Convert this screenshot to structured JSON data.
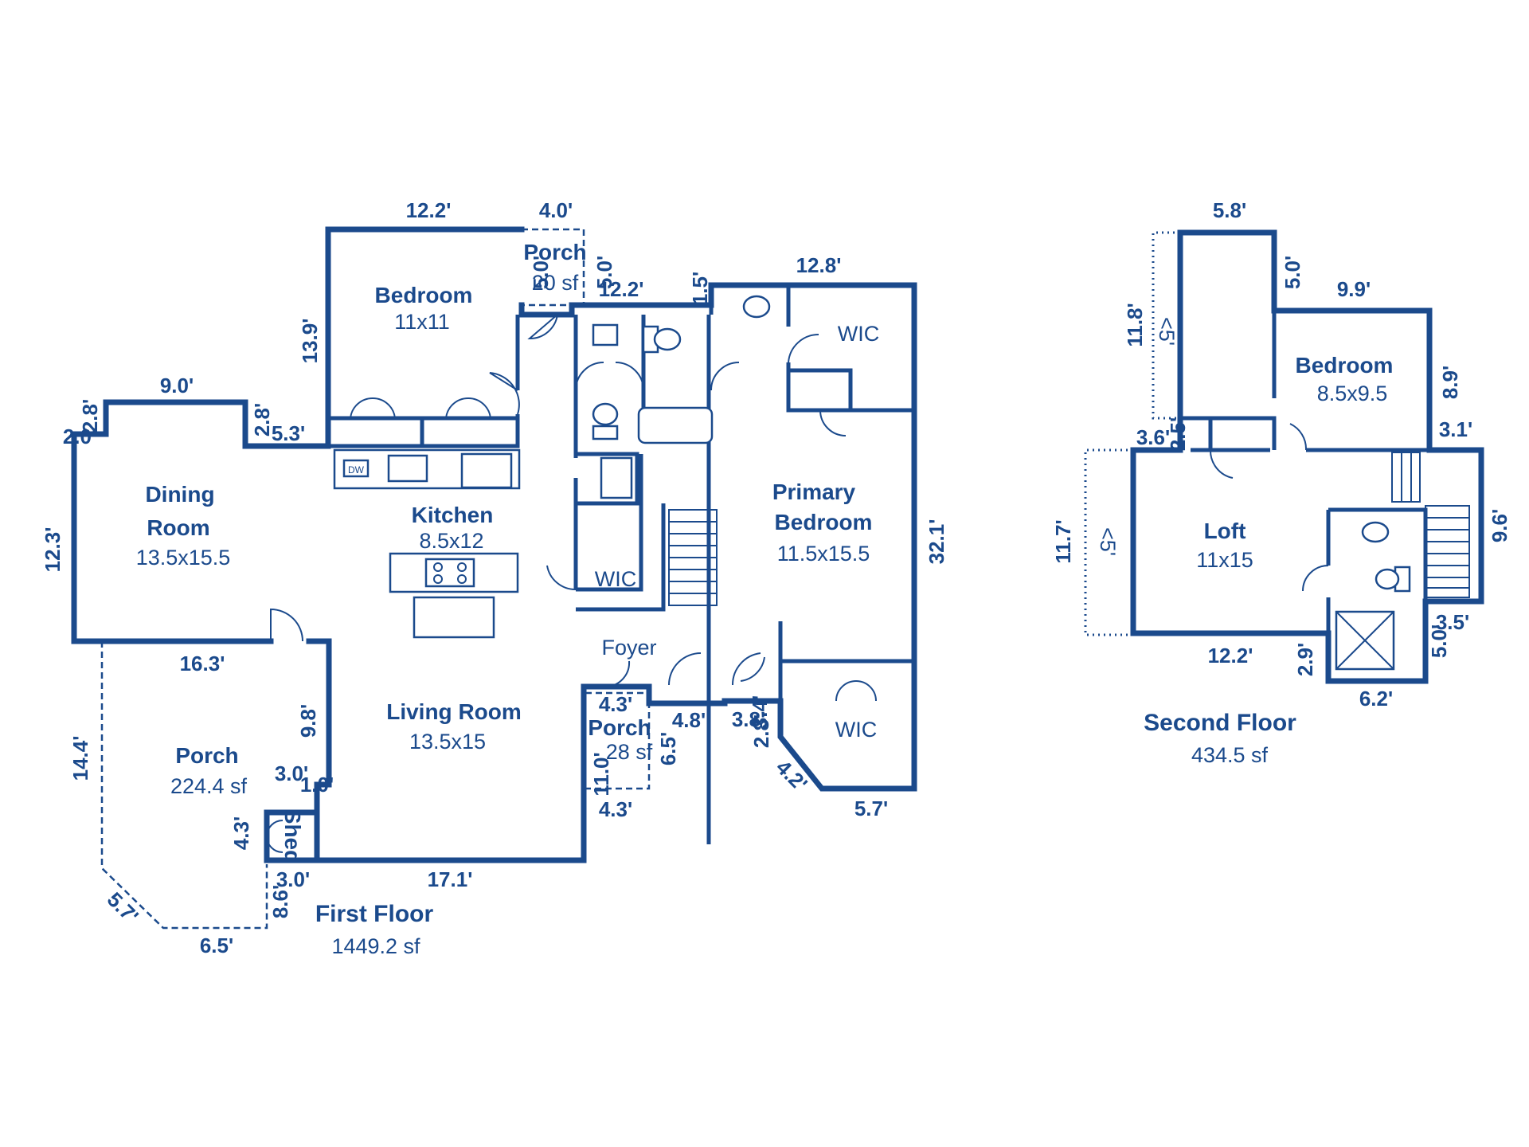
{
  "colors": {
    "primary": "#1b4a8c",
    "background": "#ffffff"
  },
  "first_floor": {
    "title": "First Floor",
    "area": "1449.2 sf",
    "rooms": {
      "bedroom": {
        "name": "Bedroom",
        "dims": "11x11"
      },
      "dining": {
        "name_1": "Dining",
        "name_2": "Room",
        "dims": "13.5x15.5"
      },
      "kitchen": {
        "name": "Kitchen",
        "dims": "8.5x12"
      },
      "living": {
        "name": "Living Room",
        "dims": "13.5x15"
      },
      "primary": {
        "name_1": "Primary",
        "name_2": "Bedroom",
        "dims": "11.5x15.5"
      },
      "wic_1": {
        "name": "WIC"
      },
      "wic_2": {
        "name": "WIC"
      },
      "wic_3": {
        "name": "WIC"
      },
      "foyer": {
        "name": "Foyer"
      },
      "porch_large": {
        "name": "Porch",
        "area": "224.4 sf"
      },
      "porch_top": {
        "name": "Porch",
        "area": "20 sf"
      },
      "porch_front": {
        "name": "Porch",
        "area": "28 sf"
      },
      "shed": {
        "name": "Shed"
      },
      "dishwasher": {
        "label": "DW"
      }
    },
    "dimensions": {
      "d_12_2_top": "12.2'",
      "d_4_0": "4.0'",
      "d_5_0_porch": "5.0'",
      "d_5_0_porch2": "5.0'",
      "d_12_2_bath": "12.2'",
      "d_1_5": "1.5'",
      "d_12_8": "12.8'",
      "d_13_9": "13.9'",
      "d_9_0": "9.0'",
      "d_2_8_a": "2.8'",
      "d_2_8_b": "2.8'",
      "d_2_0": "2.0'",
      "d_5_3": "5.3'",
      "d_12_3": "12.3'",
      "d_32_1": "32.1'",
      "d_16_3": "16.3'",
      "d_9_8": "9.8'",
      "d_14_4": "14.4'",
      "d_3_0_a": "3.0'",
      "d_1_0": "1.0'",
      "d_4_3_shed": "4.3'",
      "d_3_0_b": "3.0'",
      "d_8_6": "8.6'",
      "d_17_1": "17.1'",
      "d_5_7_porch": "5.7'",
      "d_6_5_porch": "6.5'",
      "d_4_3_a": "4.3'",
      "d_4_8": "4.8'",
      "d_6_5": "6.5'",
      "d_11_0": "11.0'",
      "d_4_3_b": "4.3'",
      "d_3_4": "3.4'",
      "d_3_8": "3.8'",
      "d_2_8_c": "2.8'",
      "d_4_2": "4.2'",
      "d_5_7_wic": "5.7'"
    }
  },
  "second_floor": {
    "title": "Second Floor",
    "area": "434.5 sf",
    "rooms": {
      "bedroom": {
        "name": "Bedroom",
        "dims": "8.5x9.5"
      },
      "loft": {
        "name": "Loft",
        "dims": "11x15"
      },
      "low_1": {
        "name": "<5'"
      },
      "low_2": {
        "name": "<5'"
      }
    },
    "dimensions": {
      "d_5_8": "5.8'",
      "d_5_0_top": "5.0'",
      "d_9_9": "9.9'",
      "d_11_8": "11.8'",
      "d_8_9": "8.9'",
      "d_3_1": "3.1'",
      "d_3_6": "3.6'",
      "d_2_5": "2.5'",
      "d_11_7": "11.7'",
      "d_9_6": "9.6'",
      "d_3_5": "3.5'",
      "d_5_0_right": "5.0'",
      "d_12_2": "12.2'",
      "d_2_9": "2.9'",
      "d_6_2": "6.2'"
    }
  }
}
